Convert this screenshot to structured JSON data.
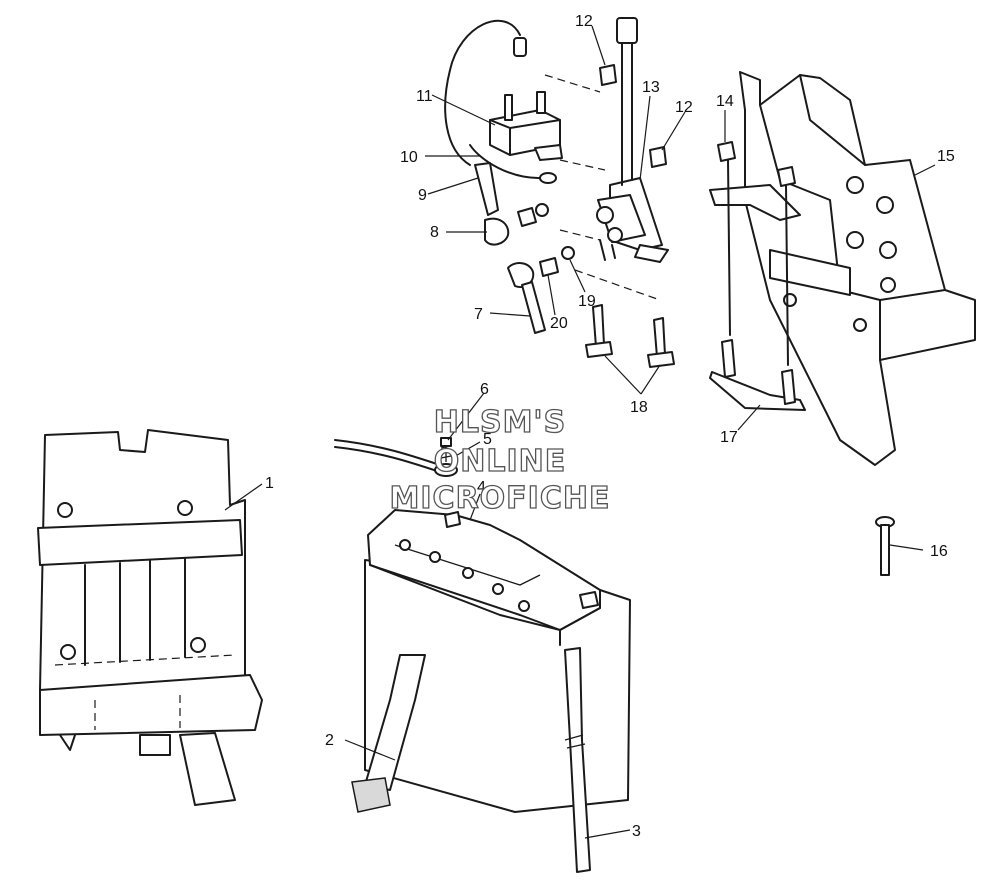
{
  "watermark": [
    "HLSM'S",
    "ONLINE",
    "MICROFICHE"
  ],
  "callouts": [
    "1",
    "2",
    "3",
    "4",
    "5",
    "6",
    "7",
    "8",
    "9",
    "10",
    "11",
    "12",
    "12",
    "13",
    "14",
    "15",
    "16",
    "17",
    "18",
    "19",
    "20"
  ],
  "colors": {
    "ink": "#1a1a1a",
    "paper": "#ffffff",
    "watermark_outline": "#555555"
  }
}
